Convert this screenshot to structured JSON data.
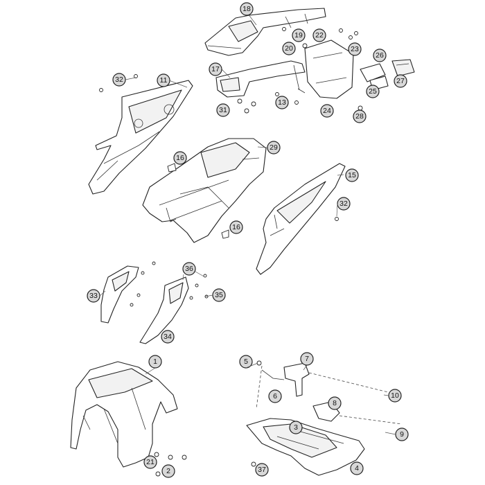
{
  "callouts": {
    "c1": "1",
    "c2": "2",
    "c3": "3",
    "c4": "4",
    "c5": "5",
    "c6": "6",
    "c7": "7",
    "c8": "8",
    "c9": "9",
    "c10": "10",
    "c11": "11",
    "c13": "13",
    "c15": "15",
    "c16a": "16",
    "c16b": "16",
    "c17": "17",
    "c18": "18",
    "c19": "19",
    "c20": "20",
    "c21": "21",
    "c22": "22",
    "c23": "23",
    "c24": "24",
    "c25": "25",
    "c26": "26",
    "c27": "27",
    "c28": "28",
    "c29": "29",
    "c31": "31",
    "c32a": "32",
    "c32b": "32",
    "c33": "33",
    "c34": "34",
    "c35": "35",
    "c36": "36",
    "c37": "37"
  },
  "colors": {
    "callout_fill": "#d8d8d8",
    "line": "#222222",
    "background": "#ffffff"
  }
}
